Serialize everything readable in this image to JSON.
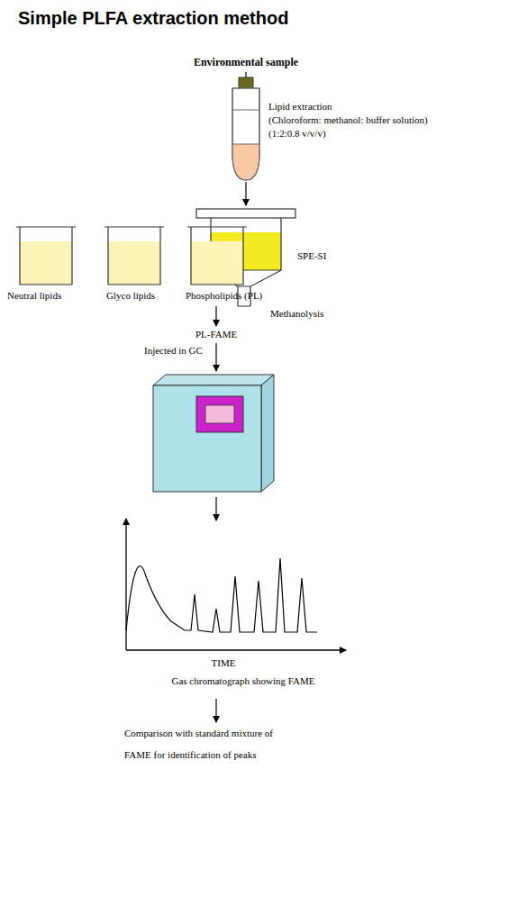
{
  "diagram": {
    "title": "Simple PLFA extraction method",
    "labels": [
      "Environmental sample",
      "Lipid extraction",
      "(Chloroform: methanol: buffer solution)",
      "(1:2:0.8 v/v/v)",
      "SPE-SI",
      "Neutral lipids",
      "Glyco lipids",
      "Phospholipids (PL)",
      "Methanolysis",
      "PL-FAME",
      "Injected in GC",
      "TIME",
      "Gas chromatograph showing FAME",
      "Comparison with standard mixture of",
      "FAME for identification of peaks"
    ]
  }
}
